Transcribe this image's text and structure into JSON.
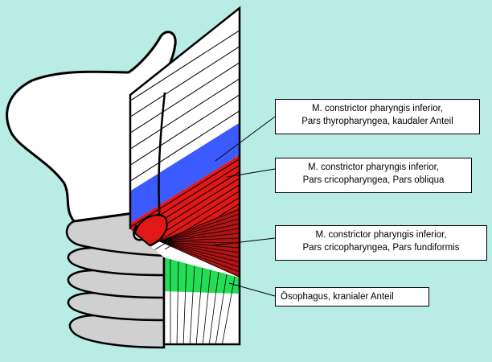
{
  "colors": {
    "background": "#b8ece4",
    "blue_band": "#3b5bff",
    "red_band": "#e01818",
    "dark_red_band": "#b01414",
    "green_band": "#22dd55",
    "cartilage_gray": "#d0d0d0"
  },
  "labels": {
    "thyropharyngea": {
      "line1": "M. constrictor pharyngis inferior,",
      "line2": "Pars thyropharyngea, kaudaler Anteil"
    },
    "obliqua": {
      "line1": "M. constrictor pharyngis inferior,",
      "line2": "Pars cricopharyngea, Pars obliqua"
    },
    "fundiformis": {
      "line1": "M. constrictor pharyngis inferior,",
      "line2": "Pars cricopharyngea, Pars fundiformis"
    },
    "oesophagus": {
      "line1": "Ösophagus, kranialer Anteil"
    }
  }
}
